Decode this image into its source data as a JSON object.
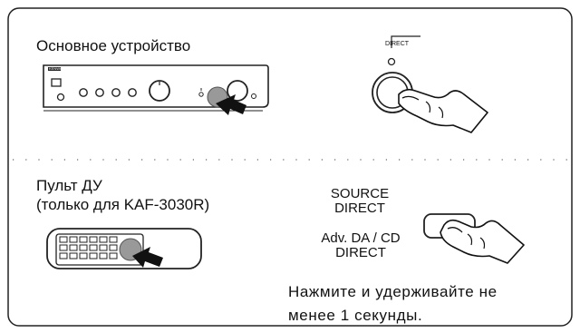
{
  "main_unit": {
    "title": "Основное устройство",
    "brand": "KENWOOD"
  },
  "direct_button": {
    "label": "DIRECT"
  },
  "remote": {
    "title": "Пульт ДУ",
    "subtitle": "(только для KAF-3030R)"
  },
  "remote_buttons": {
    "source_direct_line1": "SOURCE",
    "source_direct_line2": "DIRECT",
    "adv_direct_line1": "Adv. DA / CD",
    "adv_direct_line2": "DIRECT"
  },
  "instruction": {
    "line1": "Нажмите и удерживайте не",
    "line2": "менее 1 секунды."
  }
}
